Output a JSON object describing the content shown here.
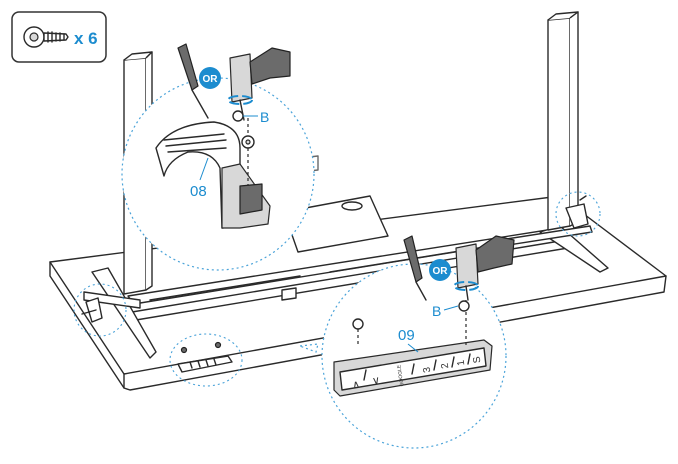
{
  "qty_badge": {
    "text": "x 6",
    "icon": "screw-icon"
  },
  "callouts": {
    "or_top": "OR",
    "or_right": "OR",
    "b_top": "B",
    "b_right": "B",
    "part_left": "08",
    "part_right": "09"
  },
  "keypad_keys": [
    "∧",
    "∨",
    "3",
    "2",
    "1",
    "S"
  ],
  "keypad_brand": "GOOGLE",
  "colors": {
    "accent": "#1c8ccf",
    "outline": "#2a2a2a",
    "dotted_circle": "#4aa3d9"
  }
}
